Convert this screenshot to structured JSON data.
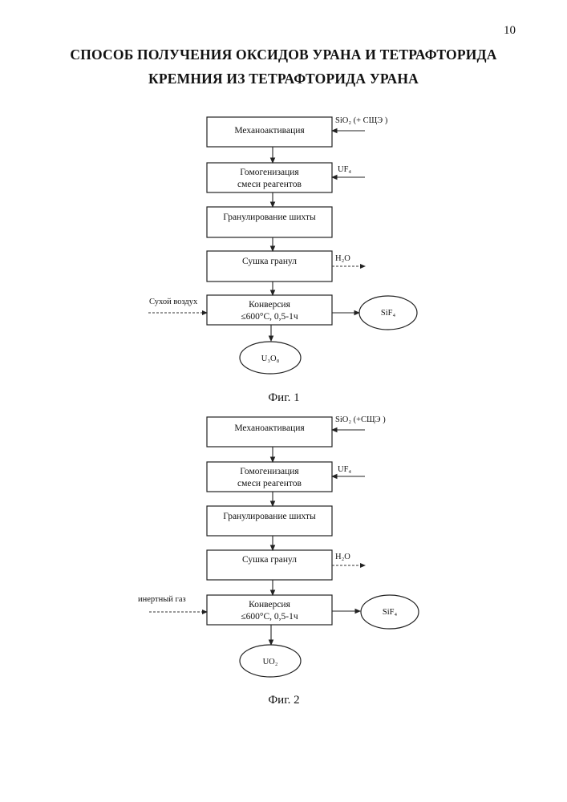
{
  "page_number": "10",
  "title": {
    "line1": "СПОСОБ ПОЛУЧЕНИЯ ОКСИДОВ УРАНА И ТЕТРАФТОРИДА",
    "line2": "КРЕМНИЯ ИЗ ТЕТРАФТОРИДА УРАНА"
  },
  "fig1": {
    "steps": [
      {
        "line1": "Механоактивация"
      },
      {
        "line1": "Гомогенизация",
        "line2": "смеси реагентов"
      },
      {
        "line1": "Гранулирование шихты"
      },
      {
        "line1": "Сушка гранул"
      },
      {
        "line1": "Конверсия",
        "line2": "≤600°С, 0,5-1ч"
      }
    ],
    "input_sio2": "SiO₂ (+ СЩЭ )",
    "input_uf4": "UF₄",
    "output_h2o": "H₂O",
    "input_gas": "Сухой воздух",
    "output_sif4": "SiF₄",
    "product": "U₃O₈",
    "caption": "Фиг. 1"
  },
  "fig2": {
    "steps": [
      {
        "line1": "Механоактивация"
      },
      {
        "line1": "Гомогенизация",
        "line2": "смеси реагентов"
      },
      {
        "line1": "Гранулирование шихты"
      },
      {
        "line1": "Сушка гранул"
      },
      {
        "line1": "Конверсия",
        "line2": "≤600°С, 0,5-1ч"
      }
    ],
    "input_sio2": "SiO₂ (+СЩЭ )",
    "input_uf4": "UF₄",
    "output_h2o": "H₂O",
    "input_gas": "инертный газ",
    "output_sif4": "SiF₄",
    "product": "UO₂",
    "caption": "Фиг. 2"
  }
}
